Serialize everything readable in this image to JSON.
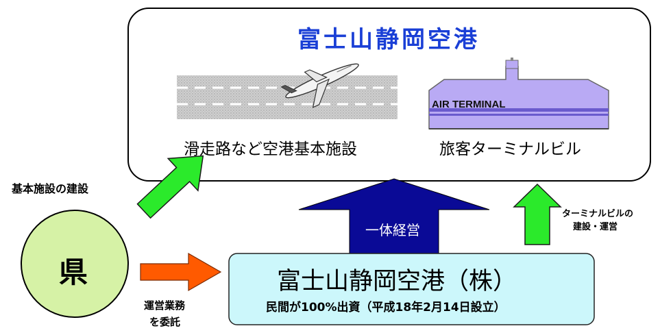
{
  "airport": {
    "title": "富士山静岡空港",
    "runway_label": "滑走路など空港基本施設",
    "terminal_label": "旅客ターミナルビル",
    "terminal_sign": "AIR TERMINAL"
  },
  "prefecture": {
    "label": "県"
  },
  "company": {
    "name": "富士山静岡空港（株）",
    "description": "民間が100%出資（平成18年2月14日設立）"
  },
  "arrows": {
    "construction_label": "基本施設の建設",
    "integrated_label": "一体経営",
    "terminal_ops_label_line1": "ターミナルビルの",
    "terminal_ops_label_line2": "建設・運営",
    "consign_label_line1": "運営業務",
    "consign_label_line2": "を委託"
  },
  "colors": {
    "title_blue": "#1a3fd6",
    "circle_fill": "#d6f2a6",
    "company_fill": "#ccf7fb",
    "green_arrow": "#2bea2b",
    "blue_arrow": "#0a0a96",
    "orange_arrow": "#ff5a00",
    "terminal_fill": "#b9aaf4"
  }
}
